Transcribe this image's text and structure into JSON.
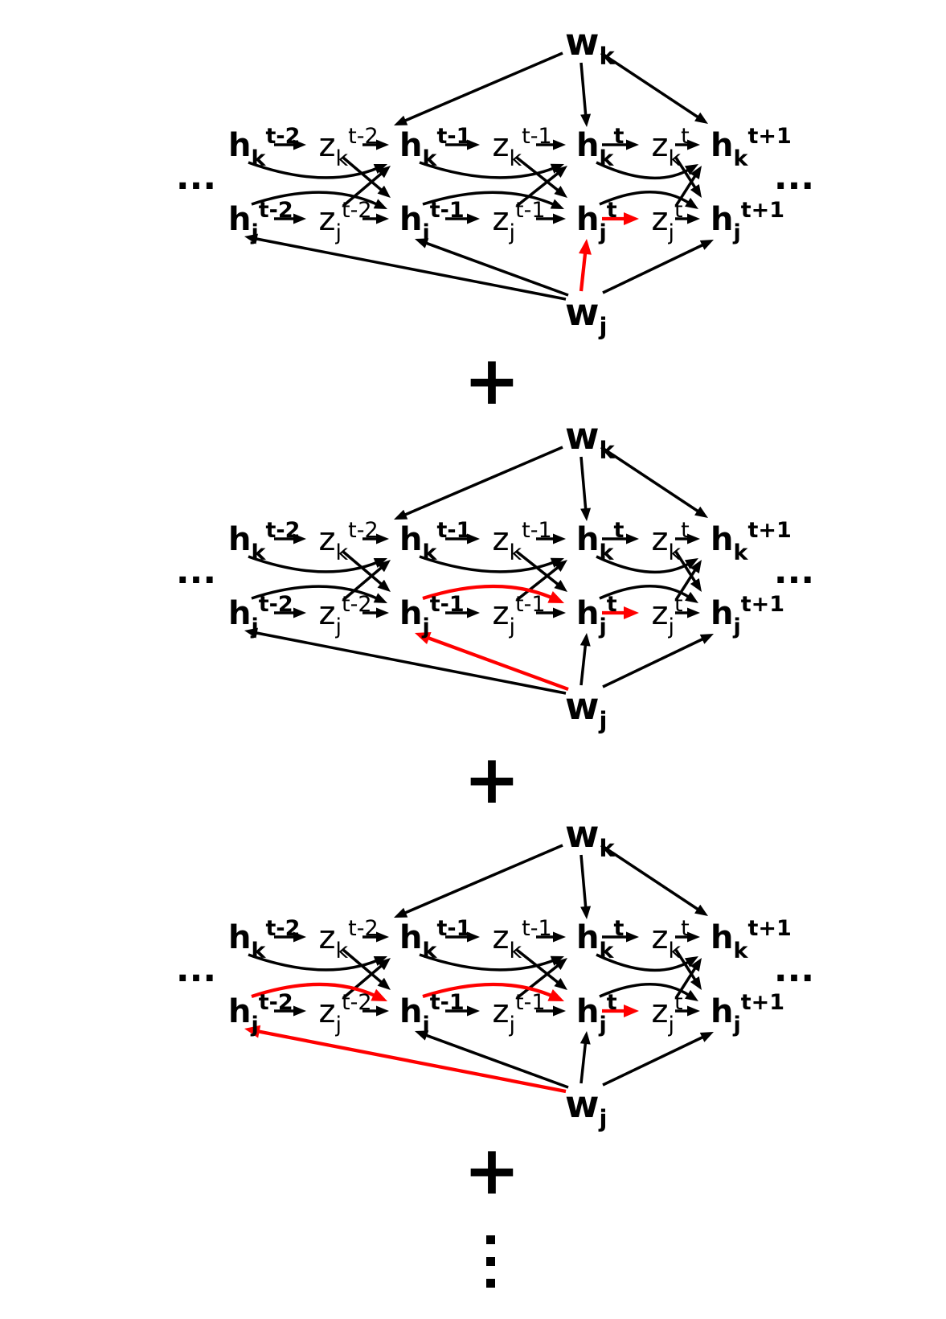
{
  "figure": {
    "background": "#ffffff",
    "edge_colors": {
      "default": "#000000",
      "highlight": "#ff0000"
    },
    "symbols": {
      "plus": "+",
      "horizontal_ellipsis": "...",
      "vertical_ellipsis": "⋮"
    },
    "nodes": {
      "hk0": {
        "base": "h",
        "sub": "k",
        "sup": "t-2",
        "bold": true
      },
      "zk0": {
        "base": "z",
        "sub": "k",
        "sup": "t-2",
        "bold": false
      },
      "hk1": {
        "base": "h",
        "sub": "k",
        "sup": "t-1",
        "bold": true
      },
      "zk1": {
        "base": "z",
        "sub": "k",
        "sup": "t-1",
        "bold": false
      },
      "hk2": {
        "base": "h",
        "sub": "k",
        "sup": "t",
        "bold": true
      },
      "zk2": {
        "base": "z",
        "sub": "k",
        "sup": "t",
        "bold": false
      },
      "hk3": {
        "base": "h",
        "sub": "k",
        "sup": "t+1",
        "bold": true
      },
      "hj0": {
        "base": "h",
        "sub": "j",
        "sup": "t-2",
        "bold": true
      },
      "zj0": {
        "base": "z",
        "sub": "j",
        "sup": "t-2",
        "bold": false
      },
      "hj1": {
        "base": "h",
        "sub": "j",
        "sup": "t-1",
        "bold": true
      },
      "zj1": {
        "base": "z",
        "sub": "j",
        "sup": "t-1",
        "bold": false
      },
      "hj2": {
        "base": "h",
        "sub": "j",
        "sup": "t",
        "bold": true
      },
      "zj2": {
        "base": "z",
        "sub": "j",
        "sup": "t",
        "bold": false
      },
      "hj3": {
        "base": "h",
        "sub": "j",
        "sup": "t+1",
        "bold": true
      },
      "wk": {
        "base": "w",
        "sub": "k",
        "sup": "",
        "bold": true
      },
      "wj": {
        "base": "w",
        "sub": "j",
        "sup": "",
        "bold": true
      }
    },
    "edges": [
      {
        "id": "hk0->zk0",
        "from": "hk0",
        "to": "zk0",
        "kind": "forward"
      },
      {
        "id": "zk0->hk1",
        "from": "zk0",
        "to": "hk1",
        "kind": "forward"
      },
      {
        "id": "zk0->hj1",
        "from": "zk0",
        "to": "hj1",
        "kind": "cross"
      },
      {
        "id": "hk0->hk1",
        "from": "hk0",
        "to": "hk1",
        "kind": "recurrent"
      },
      {
        "id": "hk1->zk1",
        "from": "hk1",
        "to": "zk1",
        "kind": "forward"
      },
      {
        "id": "zk1->hk2",
        "from": "zk1",
        "to": "hk2",
        "kind": "forward"
      },
      {
        "id": "zk1->hj2",
        "from": "zk1",
        "to": "hj2",
        "kind": "cross"
      },
      {
        "id": "hk1->hk2",
        "from": "hk1",
        "to": "hk2",
        "kind": "recurrent"
      },
      {
        "id": "hk2->zk2",
        "from": "hk2",
        "to": "zk2",
        "kind": "forward"
      },
      {
        "id": "zk2->hk3",
        "from": "zk2",
        "to": "hk3",
        "kind": "forward"
      },
      {
        "id": "zk2->hj3",
        "from": "zk2",
        "to": "hj3",
        "kind": "cross"
      },
      {
        "id": "hk2->hk3",
        "from": "hk2",
        "to": "hk3",
        "kind": "recurrent"
      },
      {
        "id": "hj0->zj0",
        "from": "hj0",
        "to": "zj0",
        "kind": "forward"
      },
      {
        "id": "zj0->hj1",
        "from": "zj0",
        "to": "hj1",
        "kind": "forward"
      },
      {
        "id": "zj0->hk1",
        "from": "zj0",
        "to": "hk1",
        "kind": "cross"
      },
      {
        "id": "hj0->hj1",
        "from": "hj0",
        "to": "hj1",
        "kind": "recurrent"
      },
      {
        "id": "hj1->zj1",
        "from": "hj1",
        "to": "zj1",
        "kind": "forward"
      },
      {
        "id": "zj1->hj2",
        "from": "zj1",
        "to": "hj2",
        "kind": "forward"
      },
      {
        "id": "zj1->hk2",
        "from": "zj1",
        "to": "hk2",
        "kind": "cross"
      },
      {
        "id": "hj1->hj2",
        "from": "hj1",
        "to": "hj2",
        "kind": "recurrent"
      },
      {
        "id": "hj2->zj2",
        "from": "hj2",
        "to": "zj2",
        "kind": "forward"
      },
      {
        "id": "zj2->hj3",
        "from": "zj2",
        "to": "hj3",
        "kind": "forward"
      },
      {
        "id": "zj2->hk3",
        "from": "zj2",
        "to": "hk3",
        "kind": "cross"
      },
      {
        "id": "hj2->hj3",
        "from": "hj2",
        "to": "hj3",
        "kind": "recurrent"
      },
      {
        "id": "wk->hk1",
        "from": "wk",
        "to": "hk1",
        "kind": "weight"
      },
      {
        "id": "wk->hk2",
        "from": "wk",
        "to": "hk2",
        "kind": "weight"
      },
      {
        "id": "wk->hk3",
        "from": "wk",
        "to": "hk3",
        "kind": "weight"
      },
      {
        "id": "wj->hj0",
        "from": "wj",
        "to": "hj0",
        "kind": "weight"
      },
      {
        "id": "wj->hj1",
        "from": "wj",
        "to": "hj1",
        "kind": "weight"
      },
      {
        "id": "wj->hj2",
        "from": "wj",
        "to": "hj2",
        "kind": "weight"
      },
      {
        "id": "wj->hj3",
        "from": "wj",
        "to": "hj3",
        "kind": "weight"
      }
    ],
    "panels": [
      {
        "name": "panel-1",
        "red_edges": [
          "wj->hj2",
          "hj2->zj2"
        ]
      },
      {
        "name": "panel-2",
        "red_edges": [
          "wj->hj1",
          "hj1->hj2",
          "hj2->zj2"
        ]
      },
      {
        "name": "panel-3",
        "red_edges": [
          "wj->hj0",
          "hj0->hj1",
          "hj1->hj2",
          "hj2->zj2"
        ]
      }
    ]
  }
}
